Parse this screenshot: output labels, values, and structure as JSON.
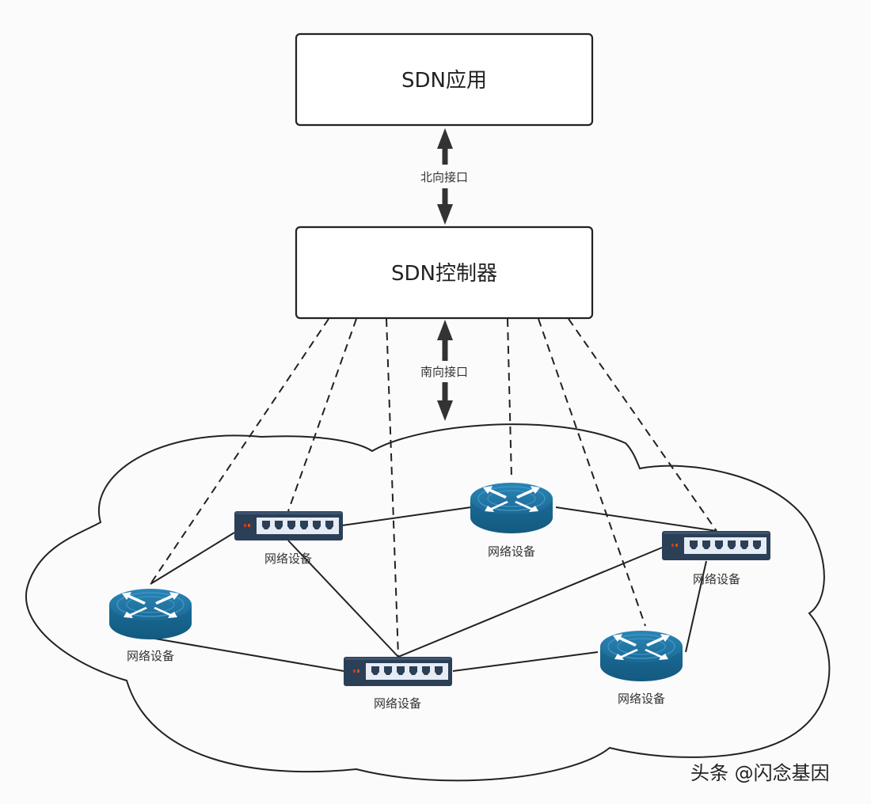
{
  "diagram": {
    "boxes": {
      "app": {
        "label": "SDN应用"
      },
      "controller": {
        "label": "SDN控制器"
      }
    },
    "interfaces": {
      "northbound": {
        "label": "北向接口"
      },
      "southbound": {
        "label": "南向接口"
      }
    },
    "cloud": {
      "name": "network-cloud"
    },
    "devices": [
      {
        "id": "sw-a",
        "type": "switch",
        "label": "网络设备"
      },
      {
        "id": "rt-b",
        "type": "router",
        "label": "网络设备"
      },
      {
        "id": "sw-c",
        "type": "switch",
        "label": "网络设备"
      },
      {
        "id": "rt-d",
        "type": "router",
        "label": "网络设备"
      },
      {
        "id": "sw-e",
        "type": "switch",
        "label": "网络设备"
      },
      {
        "id": "rt-f",
        "type": "router",
        "label": "网络设备"
      }
    ],
    "links": [
      {
        "from": "rt-d",
        "to": "sw-a",
        "style": "solid"
      },
      {
        "from": "sw-a",
        "to": "rt-b",
        "style": "solid"
      },
      {
        "from": "rt-b",
        "to": "sw-c",
        "style": "solid"
      },
      {
        "from": "sw-a",
        "to": "sw-e",
        "style": "solid"
      },
      {
        "from": "rt-d",
        "to": "sw-e",
        "style": "solid"
      },
      {
        "from": "sw-e",
        "to": "sw-c",
        "style": "solid"
      },
      {
        "from": "sw-e",
        "to": "rt-f",
        "style": "solid"
      },
      {
        "from": "rt-f",
        "to": "sw-c",
        "style": "solid"
      }
    ],
    "control_links": [
      {
        "from": "controller",
        "to": "rt-d",
        "style": "dashed"
      },
      {
        "from": "controller",
        "to": "sw-a",
        "style": "dashed"
      },
      {
        "from": "controller",
        "to": "sw-e",
        "style": "dashed"
      },
      {
        "from": "controller",
        "to": "rt-b",
        "style": "dashed"
      },
      {
        "from": "controller",
        "to": "rt-f",
        "style": "dashed"
      },
      {
        "from": "controller",
        "to": "sw-c",
        "style": "dashed"
      }
    ]
  },
  "colors": {
    "router_top": "#1e6f9a",
    "router_side": "#17638d",
    "switch_body": "#2b3f57",
    "switch_panel": "#e6ecf4",
    "port": "#2b3f57",
    "led": "#c0392b",
    "line": "#222222"
  },
  "watermark": "头条 @闪念基因"
}
